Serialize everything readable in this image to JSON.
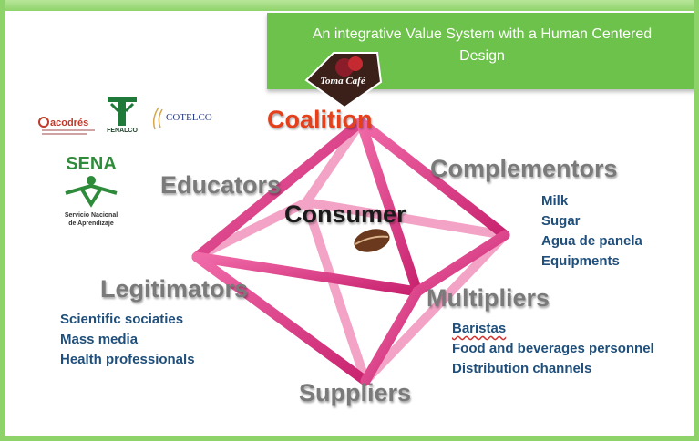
{
  "title": {
    "line1": "An integrative Value System with a Human Centered",
    "line2": "Design"
  },
  "badge_text": "Toma Café",
  "nodes": {
    "coalition": "Coalition",
    "educators": "Educators",
    "complementors": "Complementors",
    "consumer": "Consumer",
    "legitimators": "Legitimators",
    "multipliers": "Multipliers",
    "suppliers": "Suppliers"
  },
  "complementors_items": [
    "Milk",
    "Sugar",
    "Agua de panela",
    "Equipments"
  ],
  "legitimators_items": [
    "Scientific sociaties",
    "Mass media",
    "Health professionals"
  ],
  "multipliers_items": [
    "Baristas",
    "Food and beverages personnel",
    "Distribution channels"
  ],
  "logos": {
    "acodres": "acodrés",
    "fenalco": "FENALCO",
    "cotelco": "COTELCO",
    "sena": "SENA",
    "sena_sub1": "Servicio Nacional",
    "sena_sub2": "de Aprendizaje"
  },
  "colors": {
    "title_bg": "#6cc24a",
    "frame": "#8ed36a",
    "edge": "#e0408a",
    "edge_back": "#f3a3c6",
    "coalition": "#e4401c",
    "node_grey": "#7a7a7a",
    "list_blue": "#1f4f7a",
    "sena_green": "#2e8b3a"
  },
  "icons": [
    "coffee-bean-icon"
  ]
}
